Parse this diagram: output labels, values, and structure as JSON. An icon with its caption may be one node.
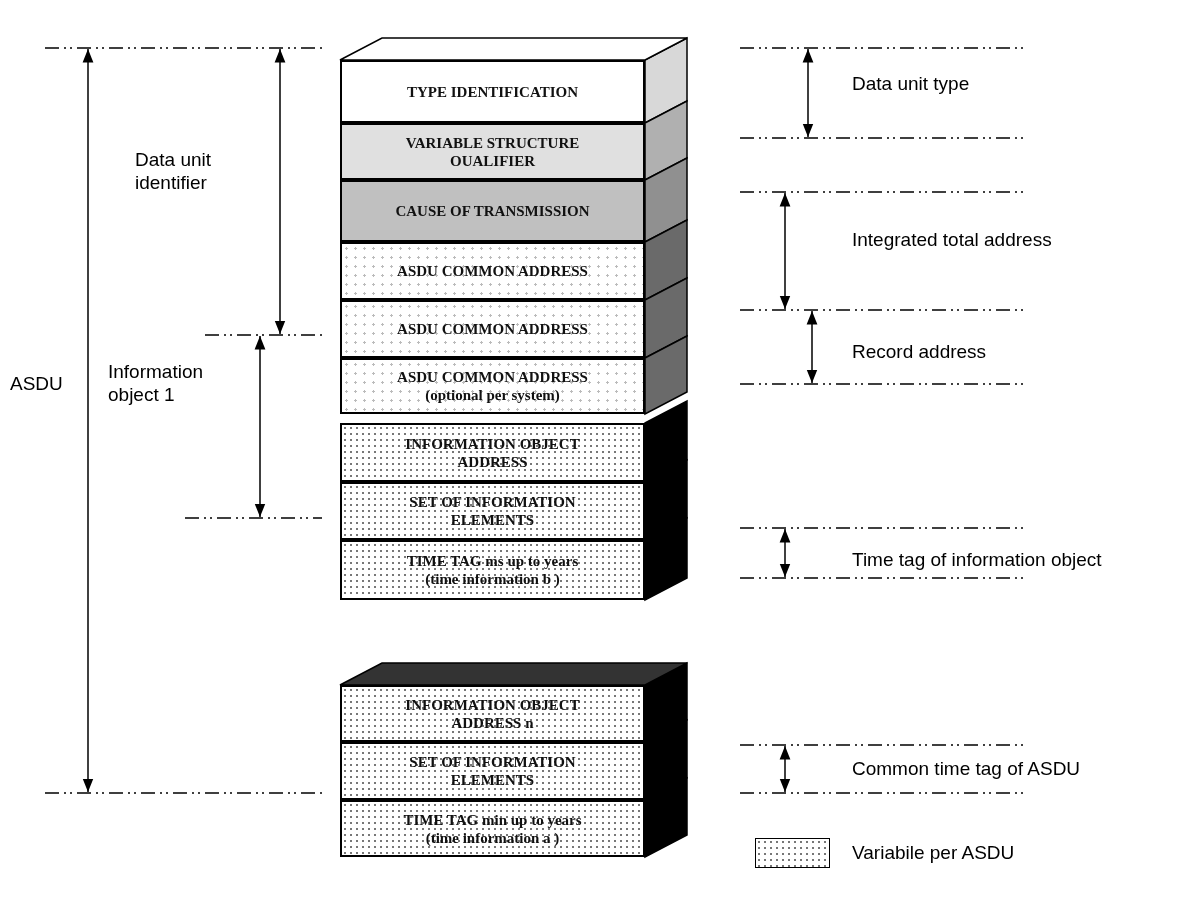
{
  "diagram": {
    "nodes": [
      {
        "text": [
          "TYPE IDENTIFICATION"
        ]
      },
      {
        "text": [
          "VARIABLE STRUCTURE OUALIFIER"
        ]
      },
      {
        "text": [
          "CAUSE OF TRANSMISSION"
        ]
      },
      {
        "text": [
          "ASDU COMMON ADDRESS"
        ]
      },
      {
        "text": [
          "ASDU COMMON ADDRESS"
        ]
      },
      {
        "text": [
          "ASDU COMMON ADDRESS",
          "(optional per system)"
        ]
      },
      {
        "text": [
          "INFORMATION OBJECT ADDRESS"
        ]
      },
      {
        "text": [
          "SET OF INFORMATION ELEMENTS"
        ]
      },
      {
        "text": [
          "TIME TAG ms up to years",
          "(time information b )"
        ]
      },
      {
        "text": [
          "INFORMATION OBJECT ADDRESS n"
        ]
      },
      {
        "text": [
          "SET OF INFORMATION ELEMENTS"
        ]
      },
      {
        "text": [
          "TIME TAG min up to years",
          "(time information a )"
        ]
      }
    ],
    "edges": [],
    "labels": [
      "Data unit type",
      "Data unit identifier",
      "Integrated total address",
      "Record address",
      "ASDU",
      "Information object 1",
      "Time tag of information object",
      "Common time tag of ASDU"
    ],
    "legend": [
      {
        "text": "Variabile per ASDU"
      }
    ]
  }
}
